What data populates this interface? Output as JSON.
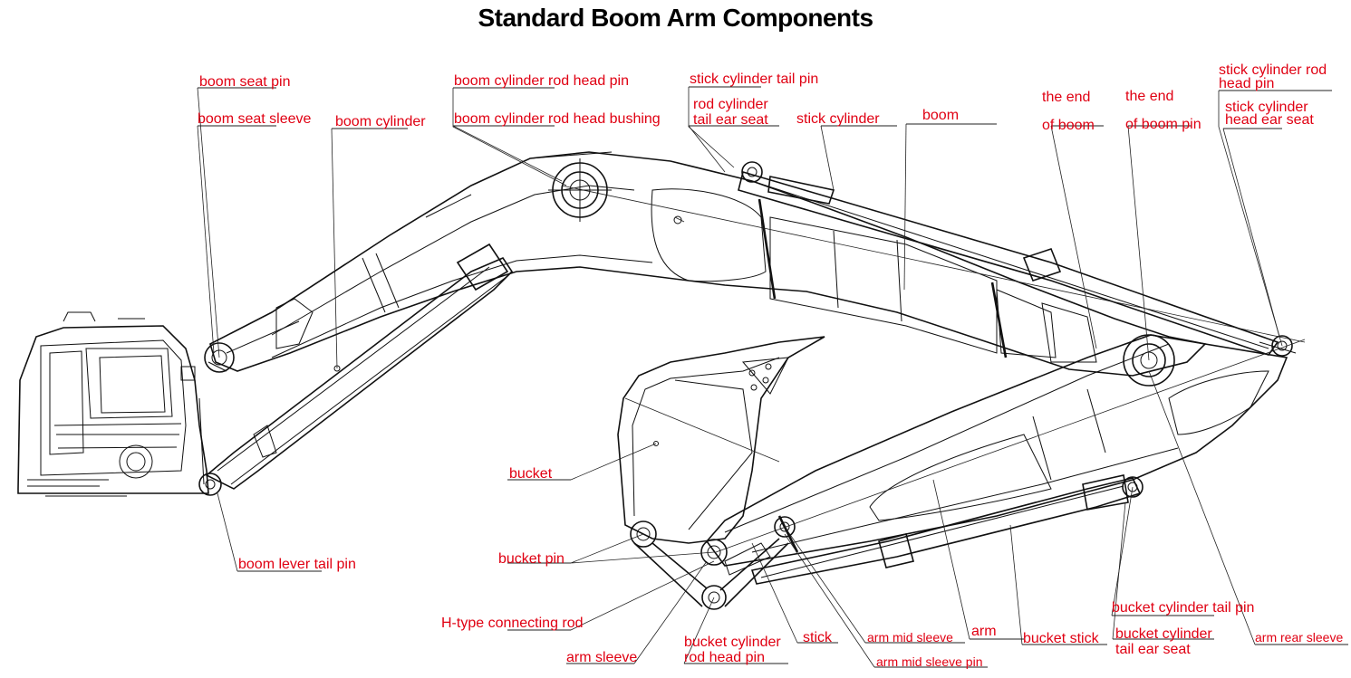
{
  "title": "Standard Boom Arm Components",
  "labels": {
    "boom_seat_pin": "boom seat pin",
    "boom_seat_sleeve": "boom seat sleeve",
    "boom_cylinder": "boom cylinder",
    "boom_cylinder_rod_head_pin": "boom cylinder rod head pin",
    "boom_cylinder_rod_head_bushing": "boom cylinder rod head bushing",
    "stick_cylinder_tail_pin": "stick cylinder tail pin",
    "rod_cylinder_tail_ear_seat_1": "rod cylinder",
    "rod_cylinder_tail_ear_seat_2": "tail ear seat",
    "stick_cylinder": "stick cylinder",
    "boom": "boom",
    "end_of_boom_1": "the end",
    "end_of_boom_2": "of boom",
    "end_of_boom_pin_1": "the end",
    "end_of_boom_pin_2": "of boom pin",
    "stick_cylinder_rod_head_pin_1": "stick cylinder rod",
    "stick_cylinder_rod_head_pin_2": "head pin",
    "stick_cylinder_head_ear_seat_1": "stick cylinder",
    "stick_cylinder_head_ear_seat_2": "head ear seat",
    "bucket": "bucket",
    "bucket_pin": "bucket pin",
    "boom_lever_tail_pin": "boom lever tail pin",
    "h_type_connecting_rod": "H-type connecting rod",
    "arm_sleeve": "arm sleeve",
    "bucket_cylinder_rod_head_pin_1": "bucket cylinder",
    "bucket_cylinder_rod_head_pin_2": "rod head pin",
    "stick": "stick",
    "arm_mid_sleeve": "arm mid sleeve",
    "arm_mid_sleeve_pin": "arm mid sleeve pin",
    "arm": "arm",
    "bucket_stick": "bucket stick",
    "bucket_cylinder_tail_pin": "bucket cylinder tail pin",
    "bucket_cylinder_tail_ear_seat_1": "bucket cylinder",
    "bucket_cylinder_tail_ear_seat_2": "tail ear seat",
    "arm_rear_sleeve": "arm rear sleeve"
  },
  "colors": {
    "label": "#e00012",
    "line": "#111111",
    "background": "#ffffff"
  }
}
